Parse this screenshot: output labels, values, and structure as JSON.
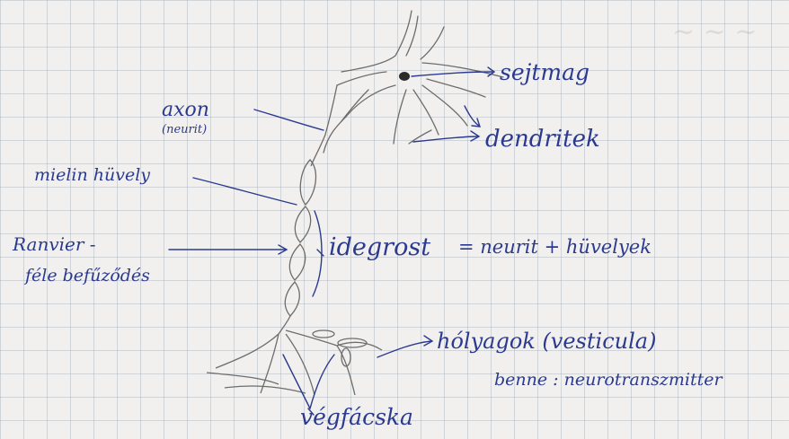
{
  "labels": {
    "axon": "axon",
    "neurit_paren": "(neurit)",
    "sejtmag": "sejtmag",
    "dendritek": "dendritek",
    "mielin": "mielin hüvely",
    "ranvier_1": "Ranvier -",
    "ranvier_2": "féle befűződés",
    "idegrost": "idegrost",
    "idegrost_eq": "= neurit + hüvelyek",
    "holyagok": "hólyagok (vesticula)",
    "benne": "benne : neurotranszmitter",
    "vegfacska": "végfácska"
  },
  "colors": {
    "ink": "#2b3a8f",
    "pencil": "#6d6d6d",
    "grid": "#9aa0aa",
    "paper": "#f1f0ee"
  }
}
